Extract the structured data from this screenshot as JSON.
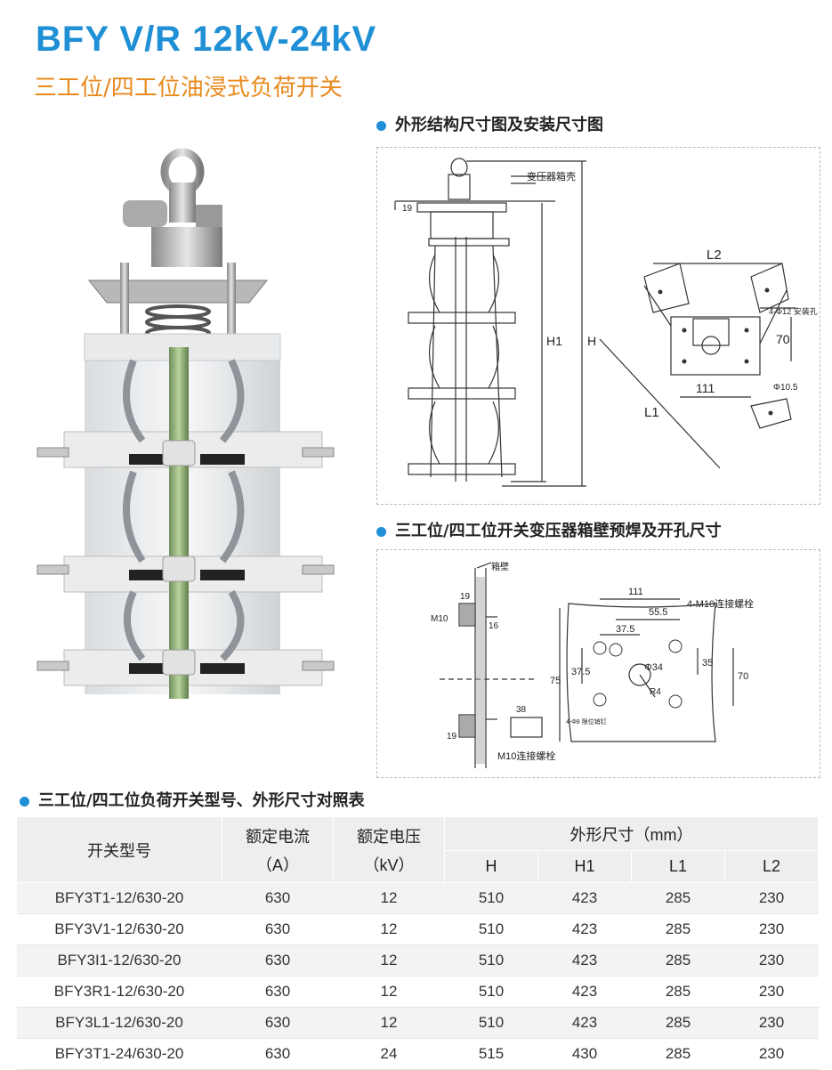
{
  "header": {
    "title": "BFY V/R  12kV-24kV",
    "subtitle": "三工位/四工位油浸式负荷开关"
  },
  "sections": {
    "outline": "外形结构尺寸图及安装尺寸图",
    "prewelding": "三工位/四工位开关变压器箱壁预焊及开孔尺寸",
    "table": "三工位/四工位负荷开关型号、外形尺寸对照表"
  },
  "drawing1": {
    "tank_label": "变压器箱壳",
    "dim_19": "19",
    "H1": "H1",
    "H": "H",
    "L2": "L2",
    "L1": "L1",
    "dim_70": "70",
    "dim_111": "111",
    "hole_note": "4-Φ12 安装孔",
    "hole_105": "Φ10.5"
  },
  "drawing2": {
    "wall_label": "箱壁",
    "M10": "M10",
    "d19a": "19",
    "d16": "16",
    "d38": "38",
    "d19b": "19",
    "bolt_label": "M10连接螺栓",
    "d111": "111",
    "d555": "55.5",
    "d375a": "37.5",
    "d375b": "37.5",
    "d75": "75",
    "d34": "Φ34",
    "d35": "35",
    "d70": "70",
    "r4": "R4",
    "bolt_note": "4-M10连接螺栓",
    "pin_note": "4-Φ8 限位销钉"
  },
  "table": {
    "col_model": "开关型号",
    "col_current": "额定电流",
    "col_current_unit": "（A）",
    "col_voltage": "额定电压",
    "col_voltage_unit": "（kV）",
    "col_dims": "外形尺寸（mm）",
    "sub": [
      "H",
      "H1",
      "L1",
      "L2"
    ],
    "rows": [
      {
        "model": "BFY3T1-12/630-20",
        "current": "630",
        "voltage": "12",
        "H": "510",
        "H1": "423",
        "L1": "285",
        "L2": "230"
      },
      {
        "model": "BFY3V1-12/630-20",
        "current": "630",
        "voltage": "12",
        "H": "510",
        "H1": "423",
        "L1": "285",
        "L2": "230"
      },
      {
        "model": "BFY3I1-12/630-20",
        "current": "630",
        "voltage": "12",
        "H": "510",
        "H1": "423",
        "L1": "285",
        "L2": "230"
      },
      {
        "model": "BFY3R1-12/630-20",
        "current": "630",
        "voltage": "12",
        "H": "510",
        "H1": "423",
        "L1": "285",
        "L2": "230"
      },
      {
        "model": "BFY3L1-12/630-20",
        "current": "630",
        "voltage": "12",
        "H": "510",
        "H1": "423",
        "L1": "285",
        "L2": "230"
      },
      {
        "model": "BFY3T1-24/630-20",
        "current": "630",
        "voltage": "24",
        "H": "515",
        "H1": "430",
        "L1": "285",
        "L2": "230"
      }
    ]
  }
}
